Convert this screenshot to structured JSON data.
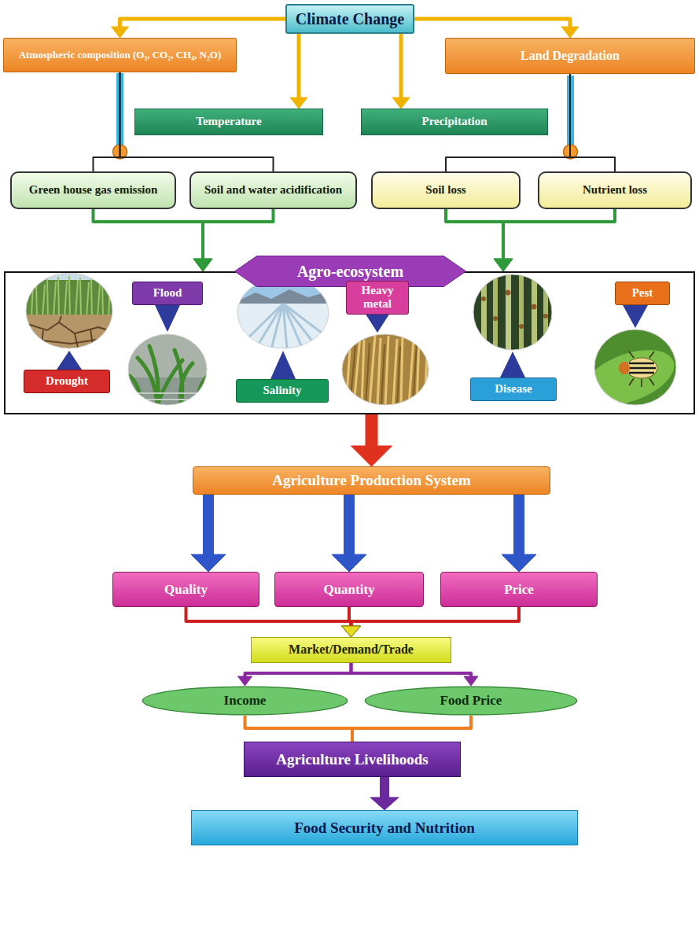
{
  "diagram": {
    "nodes": [
      {
        "text": [
          "Climate Change"
        ]
      },
      {
        "text": [
          "Atmospheric composition (O₃, CO₂, CH₄, N₂O)"
        ]
      },
      {
        "text": [
          "Temperature"
        ]
      },
      {
        "text": [
          "Precipitation"
        ]
      },
      {
        "text": [
          "Land Degradation"
        ]
      },
      {
        "text": [
          "Green house gas emission"
        ]
      },
      {
        "text": [
          "Soil and water acidification"
        ]
      },
      {
        "text": [
          "Soil loss"
        ]
      },
      {
        "text": [
          "Nutrient loss"
        ]
      },
      {
        "text": [
          "Agro-ecosystem"
        ]
      },
      {
        "text": [
          "Drought"
        ],
        "in": 9
      },
      {
        "text": [
          "Flood"
        ],
        "in": 9
      },
      {
        "text": [
          "Salinity"
        ],
        "in": 9
      },
      {
        "text": [
          "Heavy metal"
        ],
        "in": 9
      },
      {
        "text": [
          "Disease"
        ],
        "in": 9
      },
      {
        "text": [
          "Pest"
        ],
        "in": 9
      },
      {
        "text": [
          "Agriculture Production System"
        ]
      },
      {
        "text": [
          "Quality"
        ]
      },
      {
        "text": [
          "Quantity"
        ]
      },
      {
        "text": [
          "Price"
        ]
      },
      {
        "text": [
          "Market/Demand/Trade"
        ]
      },
      {
        "text": [
          "Income"
        ]
      },
      {
        "text": [
          "Food Price"
        ]
      },
      {
        "text": [
          "Agriculture Livelihoods"
        ]
      },
      {
        "text": [
          "Food Security and Nutrition"
        ]
      }
    ],
    "edges": [
      {
        "from": 0,
        "to": 1,
        "arrow": "to"
      },
      {
        "from": 0,
        "to": 2,
        "arrow": "to"
      },
      {
        "from": 0,
        "to": 3,
        "arrow": "to"
      },
      {
        "from": 0,
        "to": 4,
        "arrow": "to"
      },
      {
        "from": 1,
        "to": 5,
        "arrow": "none"
      },
      {
        "from": 1,
        "to": 6,
        "arrow": "none"
      },
      {
        "from": 4,
        "to": 7,
        "arrow": "none"
      },
      {
        "from": 4,
        "to": 8,
        "arrow": "none"
      },
      {
        "from": 5,
        "to": 9,
        "arrow": "to"
      },
      {
        "from": 6,
        "to": 9,
        "arrow": "to"
      },
      {
        "from": 7,
        "to": 9,
        "arrow": "to"
      },
      {
        "from": 8,
        "to": 9,
        "arrow": "to"
      },
      {
        "from": 9,
        "to": 16,
        "arrow": "to"
      },
      {
        "from": 16,
        "to": 17,
        "arrow": "to"
      },
      {
        "from": 16,
        "to": 18,
        "arrow": "to"
      },
      {
        "from": 16,
        "to": 19,
        "arrow": "to"
      },
      {
        "from": 17,
        "to": 20,
        "arrow": "to"
      },
      {
        "from": 18,
        "to": 20,
        "arrow": "to"
      },
      {
        "from": 19,
        "to": 20,
        "arrow": "to"
      },
      {
        "from": 20,
        "to": 21,
        "arrow": "to"
      },
      {
        "from": 20,
        "to": 22,
        "arrow": "to"
      },
      {
        "from": 21,
        "to": 23,
        "arrow": "none"
      },
      {
        "from": 22,
        "to": 23,
        "arrow": "none"
      },
      {
        "from": 23,
        "to": 24,
        "arrow": "to"
      }
    ]
  }
}
